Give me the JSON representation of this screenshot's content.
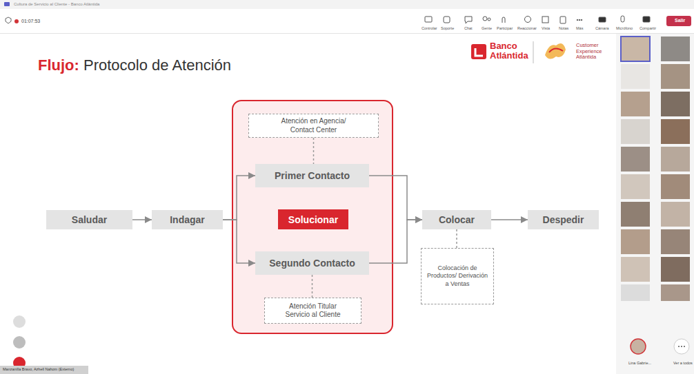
{
  "diagram": {
    "title": "Flujo: Protocolo de Atención",
    "nodes": [
      {
        "text": [
          "Saludar"
        ]
      },
      {
        "text": [
          "Indagar"
        ]
      },
      {
        "text": [
          "Atención en Agencia/ Contact Center"
        ]
      },
      {
        "text": [
          "Primer Contacto"
        ]
      },
      {
        "text": [
          "Solucionar"
        ]
      },
      {
        "text": [
          "Segundo Contacto"
        ]
      },
      {
        "text": [
          "Atención Titular Servicio al Cliente"
        ]
      },
      {
        "text": [
          "Colocar"
        ]
      },
      {
        "text": [
          "Colocación de Productos/ Derivación a Ventas"
        ]
      },
      {
        "text": [
          "Despedir"
        ]
      }
    ],
    "edges": [
      {
        "from": 0,
        "to": 1,
        "arrow": "to"
      },
      {
        "from": 1,
        "to": 3,
        "arrow": "to"
      },
      {
        "from": 1,
        "to": 5,
        "arrow": "to"
      },
      {
        "from": 2,
        "to": 3,
        "arrow": "none"
      },
      {
        "from": 5,
        "to": 6,
        "arrow": "none"
      },
      {
        "from": 3,
        "to": 7,
        "arrow": "to"
      },
      {
        "from": 5,
        "to": 7,
        "arrow": "to"
      },
      {
        "from": 7,
        "to": 8,
        "arrow": "none"
      },
      {
        "from": 7,
        "to": 9,
        "arrow": "to"
      }
    ],
    "labels": [
      "Cultura de Servicio al Cliente - Banco Atlántida",
      "01:07:53",
      "Controlar",
      "Soporte",
      "Chat",
      "Gente",
      "Participar",
      "Reaccionar",
      "Vista",
      "Notas",
      "Más",
      "Cámara",
      "Micrófono",
      "Compartir",
      "Salir",
      "Banco Atlántida",
      "Customer Experience Atlántida",
      "Manzanilla Bravo, Azhell Nahom (Externo)",
      "Lina Gabrie...",
      "Ver a todos"
    ]
  }
}
